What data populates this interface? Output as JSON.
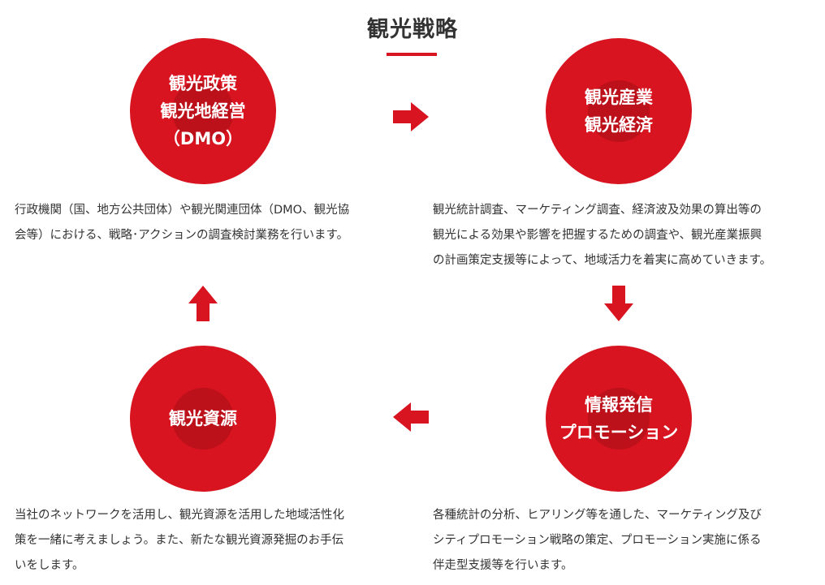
{
  "title": "観光戦略",
  "colors": {
    "accent": "#d7141f",
    "accent_dark": "#bc101a",
    "text": "#333333"
  },
  "nodes": [
    {
      "label_lines": [
        "観光政策",
        "観光地経営",
        "（DMO）"
      ],
      "description_lines": [
        "行政機関（国、地方公共団体）や観光関連団体（DMO、観光協",
        "会等）における、戦略･アクションの調査検討業務を行います。"
      ]
    },
    {
      "label_lines": [
        "観光産業",
        "観光経済"
      ],
      "description_lines": [
        "観光統計調査、マーケティング調査、経済波及効果の算出等の",
        "観光による効果や影響を把握するための調査や、観光産業振興",
        "の計画策定支援等によって、地域活力を着実に高めていきます。"
      ]
    },
    {
      "label_lines": [
        "情報発信",
        "プロモーション"
      ],
      "description_lines": [
        "各種統計の分析、ヒアリング等を通した、マーケティング及び",
        "シティプロモーション戦略の策定、プロモーション実施に係る",
        "伴走型支援等を行います。"
      ]
    },
    {
      "label_lines": [
        "観光資源"
      ],
      "description_lines": [
        "当社のネットワークを活用し、観光資源を活用した地域活性化",
        "策を一緒に考えましょう。また、新たな観光資源発掘のお手伝",
        "いをします。"
      ]
    }
  ],
  "arrows": [
    {
      "from": "観光政策",
      "to": "観光産業",
      "direction": "right"
    },
    {
      "from": "観光産業",
      "to": "情報発信",
      "direction": "down"
    },
    {
      "from": "情報発信",
      "to": "観光資源",
      "direction": "left"
    },
    {
      "from": "観光資源",
      "to": "観光政策",
      "direction": "up"
    }
  ]
}
